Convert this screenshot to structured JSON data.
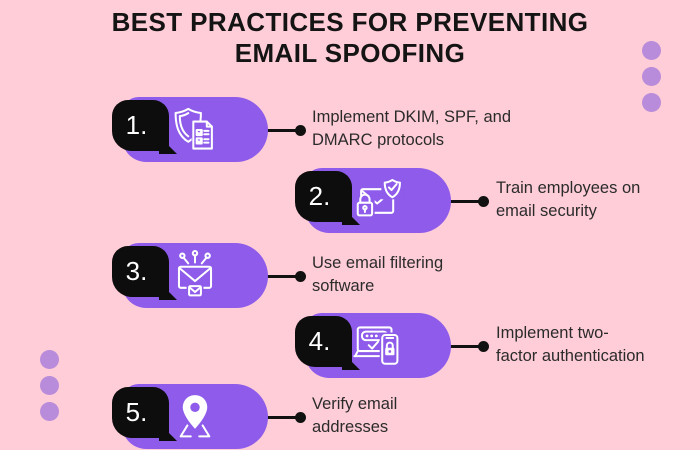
{
  "title": {
    "line1": "BEST PRACTICES FOR PREVENTING",
    "line2": "EMAIL SPOOFING"
  },
  "items": [
    {
      "number": "1.",
      "icon": "shield-checklist-icon",
      "text_line1": "Implement DKIM, SPF, and",
      "text_line2": "DMARC protocols"
    },
    {
      "number": "2.",
      "icon": "email-lock-shield-icon",
      "text_line1": "Train employees on",
      "text_line2": "email security"
    },
    {
      "number": "3.",
      "icon": "email-filter-icon",
      "text_line1": "Use email filtering",
      "text_line2": "software"
    },
    {
      "number": "4.",
      "icon": "laptop-phone-lock-icon",
      "text_line1": "Implement two-",
      "text_line2": "factor authentication"
    },
    {
      "number": "5.",
      "icon": "map-pin-icon",
      "text_line1": "Verify email",
      "text_line2": "addresses"
    }
  ],
  "colors": {
    "background": "#FFCDD8",
    "blob": "#8E5BEA",
    "badge": "#0D0D0D",
    "badge_text": "#FFFFFF",
    "dots": "#B88CDA",
    "text": "#2B2B2B",
    "title": "#141414",
    "icon_stroke": "#FFFFFF"
  }
}
